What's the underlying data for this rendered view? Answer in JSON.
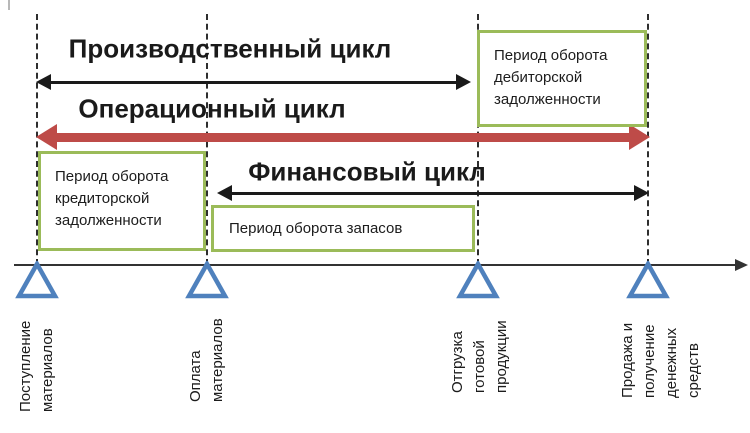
{
  "diagram": {
    "cycles": {
      "production": "Производственный цикл",
      "operating": "Операционный цикл",
      "financial": "Финансовый цикл"
    },
    "periods": {
      "receivables": "Период оборота\nдебиторской\nзадолженности",
      "payables": "Период оборота\nкредиторской\nзадолженности",
      "inventory": "Период оборота запасов"
    },
    "events": [
      {
        "label": "Поступление\nматериалов"
      },
      {
        "label": "Оплата\nматериалов"
      },
      {
        "label": "Отгрузка\nготовой\nпродукции"
      },
      {
        "label": "Продажа и\nполучение\nденежных\nсредств"
      }
    ],
    "colors": {
      "cycle_arrow_red": "#BE4B48",
      "period_box_border_green": "#9BBB59",
      "event_marker_blue": "#4F81BD",
      "arrow_black": "#1a1a1a"
    }
  }
}
